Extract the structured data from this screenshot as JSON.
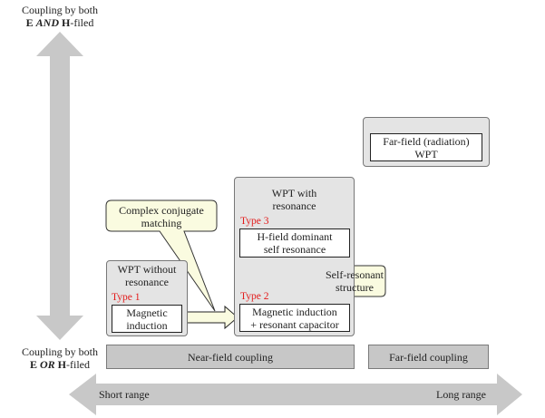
{
  "y_axis": {
    "top_label_line1": "Coupling by both",
    "top_label_bold1": "E",
    "top_label_italic": "AND",
    "top_label_bold2": "H",
    "top_label_rest": "-filed",
    "bottom_label_line1": "Coupling by both",
    "bottom_label_bold1": "E",
    "bottom_label_italic": "OR",
    "bottom_label_bold2": "H",
    "bottom_label_rest": "-filed"
  },
  "x_axis": {
    "left_label": "Short range",
    "right_label": "Long range"
  },
  "bars": {
    "near_field": "Near-field coupling",
    "far_field": "Far-field coupling"
  },
  "panels": {
    "without_resonance": {
      "title_line1": "WPT without",
      "title_line2": "resonance",
      "type_label": "Type 1",
      "box_line1": "Magnetic",
      "box_line2": "induction"
    },
    "with_resonance": {
      "title_line1": "WPT with",
      "title_line2": "resonance",
      "type3_label": "Type 3",
      "type3_line1": "H-field dominant",
      "type3_line2": "self resonance",
      "type2_label": "Type 2",
      "type2_line1": "Magnetic induction",
      "type2_line2": "+ resonant capacitor"
    },
    "far_field": {
      "line1": "Far-field (radiation)",
      "line2": "WPT"
    }
  },
  "callouts": {
    "complex_conjugate_line1": "Complex conjugate",
    "complex_conjugate_line2": "matching",
    "self_resonant_line1": "Self-resonant",
    "self_resonant_line2": "structure"
  }
}
